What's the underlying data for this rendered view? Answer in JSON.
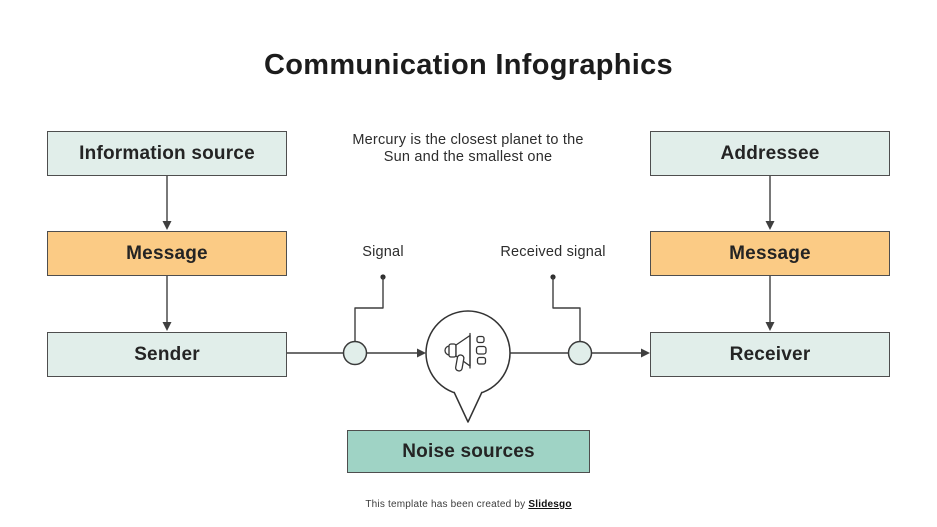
{
  "title": "Communication Infographics",
  "intro": {
    "line1": "Mercury is the closest planet to the",
    "line2": "Sun and the smallest one"
  },
  "left_flow": {
    "source": "Information source",
    "message": "Message",
    "sender": "Sender"
  },
  "right_flow": {
    "addressee": "Addressee",
    "message": "Message",
    "receiver": "Receiver"
  },
  "channel": {
    "signal_label": "Signal",
    "received_signal_label": "Received signal",
    "noise_label": "Noise sources",
    "icon": "megaphone-icon"
  },
  "footer": {
    "prefix": "This template has been created by",
    "brand": "Slidesgo"
  },
  "colors": {
    "mint": "#e1eeea",
    "orange": "#fbcb85",
    "teal": "#9fd3c5",
    "stroke": "#3f3f3f",
    "box_border": "#4e4e4e",
    "text": "#242424",
    "background": "#ffffff"
  }
}
